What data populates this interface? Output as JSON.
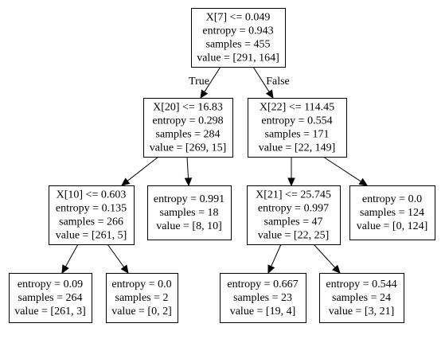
{
  "tree": {
    "nodes": [
      {
        "id": "n0",
        "lines": [
          "X[7] <= 0.049",
          "entropy = 0.943",
          "samples = 455",
          "value = [291, 164]"
        ]
      },
      {
        "id": "n1",
        "lines": [
          "X[20] <= 16.83",
          "entropy = 0.298",
          "samples = 284",
          "value = [269, 15]"
        ]
      },
      {
        "id": "n2",
        "lines": [
          "X[22] <= 114.45",
          "entropy = 0.554",
          "samples = 171",
          "value = [22, 149]"
        ]
      },
      {
        "id": "n3",
        "lines": [
          "X[10] <= 0.603",
          "entropy = 0.135",
          "samples = 266",
          "value = [261, 5]"
        ]
      },
      {
        "id": "n4",
        "lines": [
          "entropy = 0.991",
          "samples = 18",
          "value = [8, 10]"
        ]
      },
      {
        "id": "n5",
        "lines": [
          "X[21] <= 25.745",
          "entropy = 0.997",
          "samples = 47",
          "value = [22, 25]"
        ]
      },
      {
        "id": "n6",
        "lines": [
          "entropy = 0.0",
          "samples = 124",
          "value = [0, 124]"
        ]
      },
      {
        "id": "n7",
        "lines": [
          "entropy = 0.09",
          "samples = 264",
          "value = [261, 3]"
        ]
      },
      {
        "id": "n8",
        "lines": [
          "entropy = 0.0",
          "samples = 2",
          "value = [0, 2]"
        ]
      },
      {
        "id": "n9",
        "lines": [
          "entropy = 0.667",
          "samples = 23",
          "value = [19, 4]"
        ]
      },
      {
        "id": "n10",
        "lines": [
          "entropy = 0.544",
          "samples = 24",
          "value = [3, 21]"
        ]
      }
    ],
    "edges": [
      {
        "from": "n0",
        "to": "n1",
        "label": "True"
      },
      {
        "from": "n0",
        "to": "n2",
        "label": "False"
      },
      {
        "from": "n1",
        "to": "n3",
        "label": ""
      },
      {
        "from": "n1",
        "to": "n4",
        "label": ""
      },
      {
        "from": "n2",
        "to": "n5",
        "label": ""
      },
      {
        "from": "n2",
        "to": "n6",
        "label": ""
      },
      {
        "from": "n3",
        "to": "n7",
        "label": ""
      },
      {
        "from": "n3",
        "to": "n8",
        "label": ""
      },
      {
        "from": "n5",
        "to": "n9",
        "label": ""
      },
      {
        "from": "n5",
        "to": "n10",
        "label": ""
      }
    ]
  }
}
